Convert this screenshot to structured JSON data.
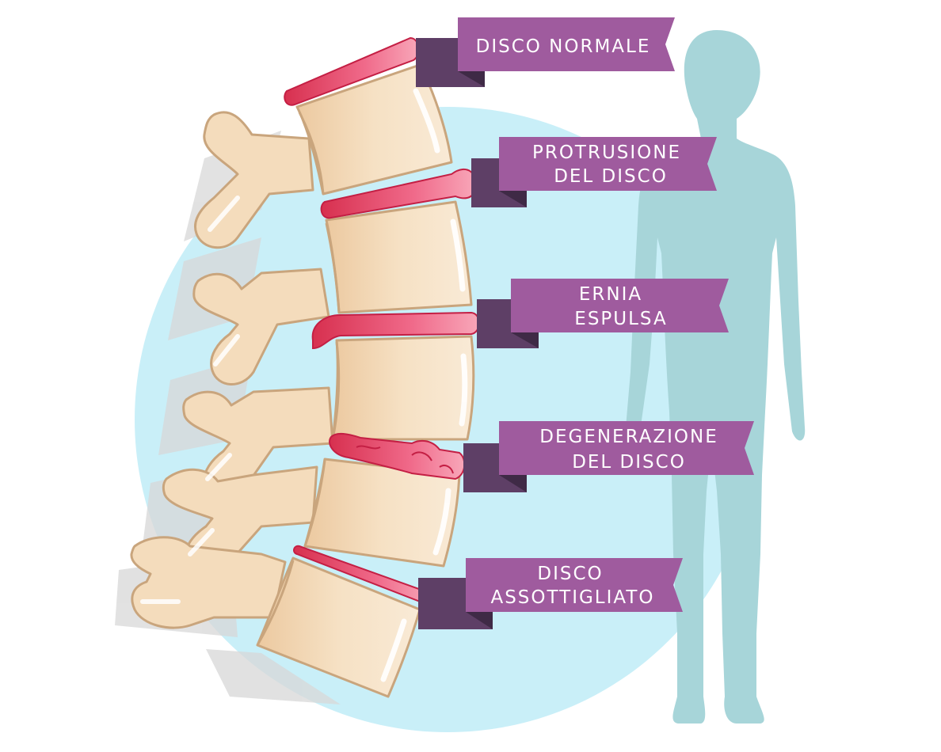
{
  "colors": {
    "background": "#ffffff",
    "circle": "#c9eff8",
    "silhouette": "#a7d5d9",
    "bone": "#f4dcbc",
    "bone_shadow": "#e4c49c",
    "bone_outline": "#c9a57d",
    "disc": "#f06a8a",
    "disc_dark": "#d7304f",
    "ribbon": "#9f5b9e",
    "ribbon_dark": "#5e3f66",
    "label_text": "#ffffff"
  },
  "labels": [
    {
      "id": "normal",
      "lines": [
        "DISCO NORMALE"
      ]
    },
    {
      "id": "protrusion",
      "lines": [
        "PROTRUSIONE",
        "DEL DISCO"
      ]
    },
    {
      "id": "hernia",
      "lines": [
        "ERNIA",
        "ESPULSA"
      ]
    },
    {
      "id": "degeneration",
      "lines": [
        "DEGENERAZIONE",
        "DEL DISCO"
      ]
    },
    {
      "id": "thinned",
      "lines": [
        "DISCO",
        "ASSOTTIGLIATO"
      ]
    }
  ]
}
